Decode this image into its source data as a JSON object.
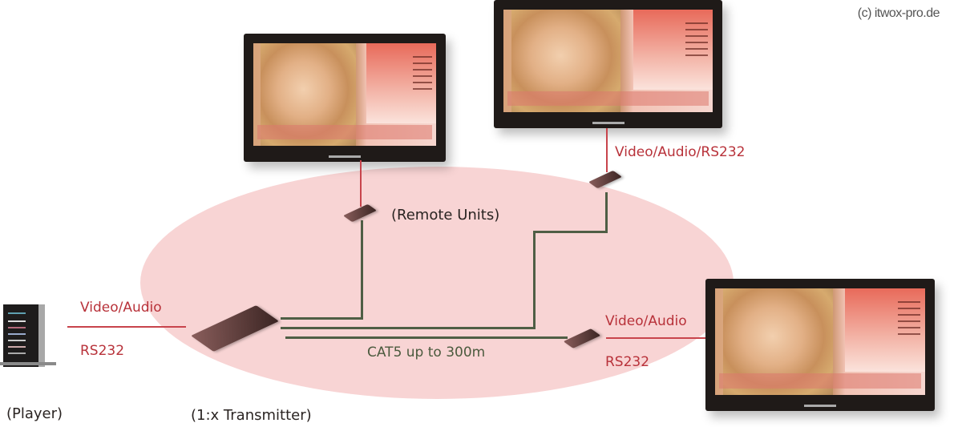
{
  "copyright": "(c) itwox-pro.de",
  "nodes": {
    "player": {
      "label": "(Player)"
    },
    "transmitter": {
      "label": "(1:x Transmitter)"
    },
    "remote_units": {
      "label": "(Remote Units)"
    }
  },
  "links": {
    "player_video_audio": "Video/Audio",
    "player_rs232": "RS232",
    "top_right_link": "Video/Audio/RS232",
    "cat5": "CAT5 up to 300m",
    "right_video_audio": "Video/Audio",
    "right_rs232": "RS232"
  },
  "colors": {
    "ellipse": "#f8d4d4",
    "red_wire": "#c8444c",
    "green_wire": "#4f5e45",
    "label_red": "#b8323a"
  }
}
